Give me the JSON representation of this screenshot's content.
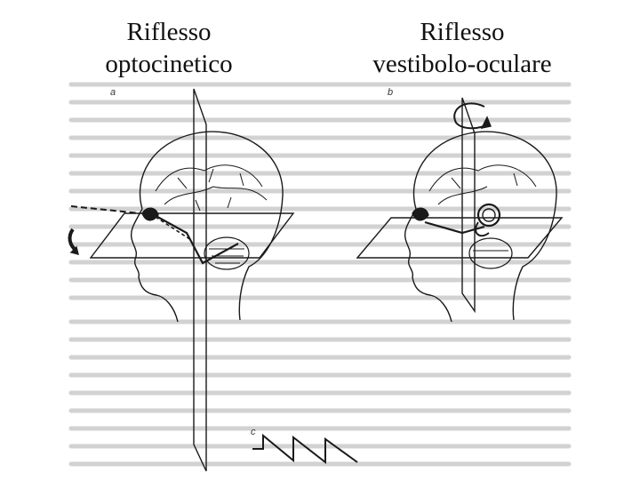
{
  "titles": {
    "left": [
      "Riflesso",
      "optocinetico"
    ],
    "right": [
      "Riflesso",
      "vestibolo-oculare"
    ]
  },
  "panel_labels": {
    "a": "a",
    "b": "b",
    "c": "c"
  },
  "colors": {
    "ink": "#1a1a1a",
    "faint": "#c8c8c8",
    "background": "#ffffff"
  }
}
